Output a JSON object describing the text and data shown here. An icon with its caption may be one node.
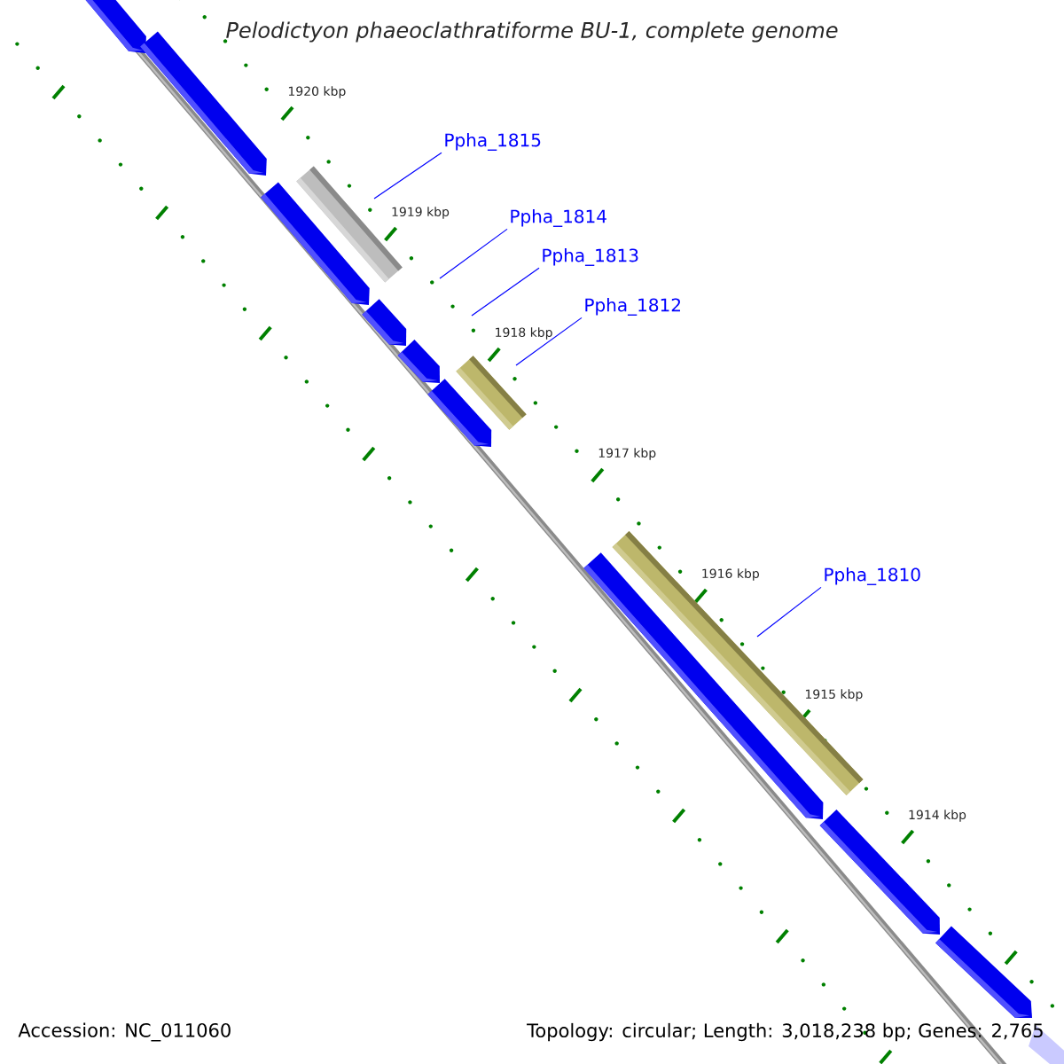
{
  "diagram": {
    "title": "Pelodictyon phaeoclathratiforme BU-1, complete genome",
    "nodes": [
      {
        "text": [
          "Ppha_1815"
        ]
      },
      {
        "text": [
          "Ppha_1814"
        ]
      },
      {
        "text": [
          "Ppha_1813"
        ]
      },
      {
        "text": [
          "Ppha_1812"
        ]
      },
      {
        "text": [
          "Ppha_1810"
        ]
      }
    ],
    "edges": [
      {
        "from": 0,
        "to": null,
        "arrow": "none"
      },
      {
        "from": 1,
        "to": null,
        "arrow": "none"
      },
      {
        "from": 2,
        "to": null,
        "arrow": "none"
      },
      {
        "from": 3,
        "to": null,
        "arrow": "none"
      },
      {
        "from": 4,
        "to": null,
        "arrow": "none"
      }
    ],
    "labels": [
      "1920 kbp",
      "1919 kbp",
      "1918 kbp",
      "1917 kbp",
      "1916 kbp",
      "1915 kbp",
      "1914 kbp",
      "Accession: NC_011060",
      "Topology: circular; Length: 3,018,238 bp; Genes: 2,765"
    ]
  }
}
